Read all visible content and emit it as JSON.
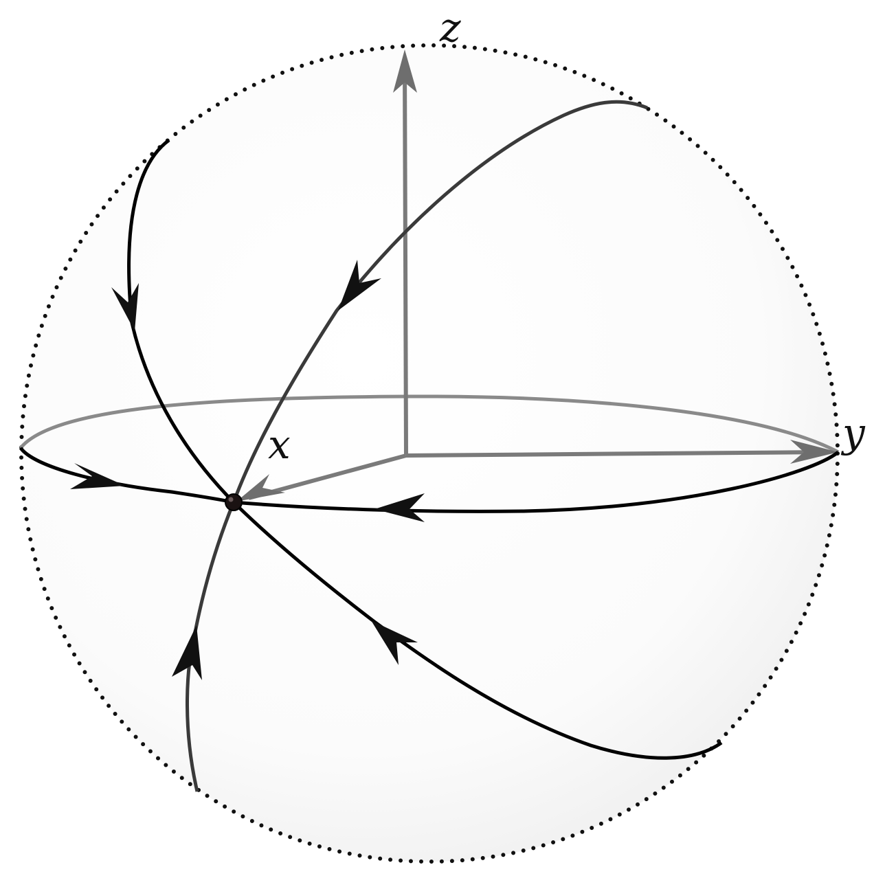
{
  "diagram": {
    "axes": {
      "x_label": "x",
      "y_label": "y",
      "z_label": "z"
    },
    "colors": {
      "background": "#ffffff",
      "sphere_fill": "#f6f6f6",
      "sphere_outline": "#111111",
      "axis": "#7a7a7a",
      "equator_back": "#8a8a8a",
      "trajectory_front": "#000000",
      "trajectory_back": "#3a3a3a",
      "fixed_point": "#1a1212"
    },
    "elements": [
      "sphere-outline",
      "equator-ellipse",
      "z-axis",
      "y-axis",
      "x-axis",
      "trajectory-upper-left",
      "trajectory-upper-right",
      "trajectory-lower-right",
      "trajectory-lower-left",
      "trajectory-equator-left",
      "trajectory-equator-right",
      "fixed-point"
    ]
  }
}
